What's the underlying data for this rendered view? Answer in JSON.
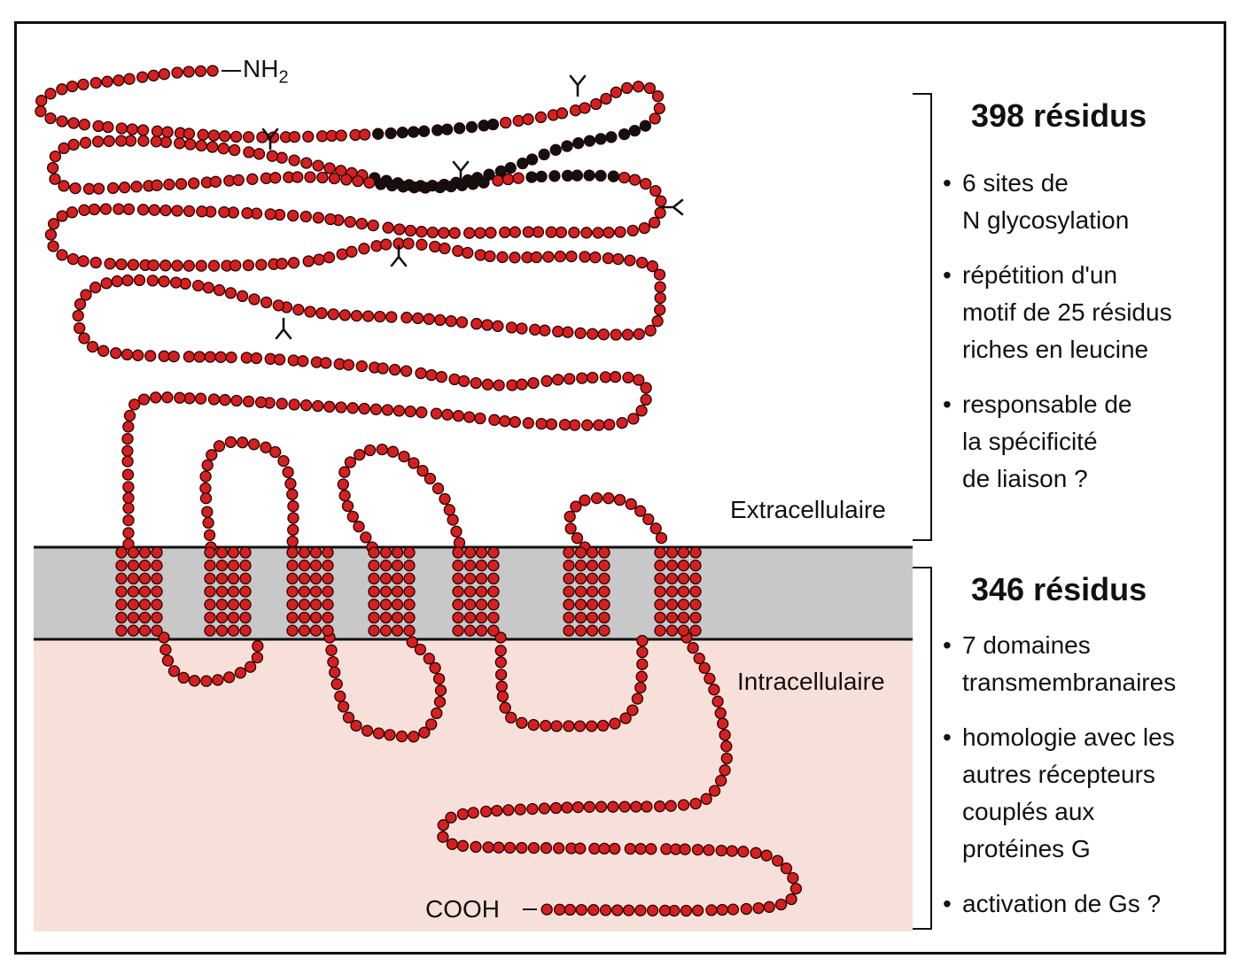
{
  "colors": {
    "residue": "#d42020",
    "residue_outline": "#2a0000",
    "residue_dark": "#111111",
    "membrane": "#c8c8c8",
    "intracellular": "#f8e0da"
  },
  "terminals": {
    "n_terminus": "NH",
    "n_subscript": "2",
    "c_terminus": "COOH"
  },
  "regions": {
    "extracellular": "Extracellulaire",
    "intracellular": "Intracellulaire"
  },
  "extracellular_domain": {
    "heading": "398 résidus",
    "bullets": [
      "6 sites de\nN glycosylation",
      "répétition d'un\nmotif de 25 résidus\nriches en leucine",
      "responsable de\nla spécificité\nde liaison ?"
    ]
  },
  "intracellular_domain": {
    "heading": "346 résidus",
    "bullets": [
      "7 domaines\ntransmembranaires",
      "homologie avec les\nautres récepteurs\ncouplés aux\nprotéines G",
      "activation de Gs ?"
    ]
  }
}
